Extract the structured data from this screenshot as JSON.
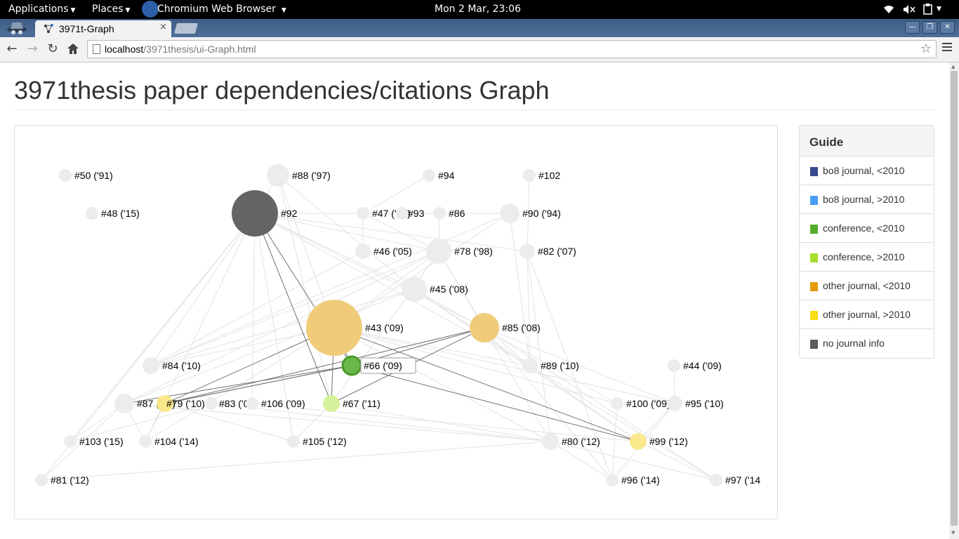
{
  "topbar": {
    "applications": "Applications",
    "places": "Places",
    "app_name": "Chromium Web Browser",
    "clock": "Mon  2 Mar, 23:06"
  },
  "tab": {
    "title": "3971t-Graph",
    "close": "×"
  },
  "toolbar": {
    "url_host": "localhost",
    "url_path": "/3971thesis/ui-Graph.html"
  },
  "page": {
    "title": "3971thesis paper dependencies/citations Graph"
  },
  "guide": {
    "title": "Guide",
    "items": [
      {
        "label": "bo8 journal, <2010",
        "color": "#3b4a8c"
      },
      {
        "label": "bo8 journal, >2010",
        "color": "#4b9ef5"
      },
      {
        "label": "conference, <2010",
        "color": "#55ad2c"
      },
      {
        "label": "conference, >2010",
        "color": "#a6df2a"
      },
      {
        "label": "other journal, <2010",
        "color": "#e39a0c"
      },
      {
        "label": "other journal, >2010",
        "color": "#f8de12"
      },
      {
        "label": "no journal info",
        "color": "#5c5c5c"
      }
    ]
  },
  "graph": {
    "nodes": [
      {
        "id": "n50",
        "label": "#50 ('91)",
        "r": 9,
        "fill": "#ececec"
      },
      {
        "id": "n48",
        "label": "#48 ('15)",
        "r": 9,
        "fill": "#ececec"
      },
      {
        "id": "n88",
        "label": "#88 ('97)",
        "r": 16,
        "fill": "#ececec"
      },
      {
        "id": "n92",
        "label": "#92",
        "r": 33,
        "fill": "#646464"
      },
      {
        "id": "n94",
        "label": "#94",
        "r": 9,
        "fill": "#ececec"
      },
      {
        "id": "n102",
        "label": "#102",
        "r": 9,
        "fill": "#ececec"
      },
      {
        "id": "n47",
        "label": "#47 ('00)",
        "r": 9,
        "fill": "#ececec"
      },
      {
        "id": "n93",
        "label": "#93",
        "r": 9,
        "fill": "#ececec"
      },
      {
        "id": "n86",
        "label": "#86",
        "r": 9,
        "fill": "#ececec"
      },
      {
        "id": "n90",
        "label": "#90 ('94)",
        "r": 14,
        "fill": "#ececec"
      },
      {
        "id": "n46",
        "label": "#46 ('05)",
        "r": 11,
        "fill": "#ececec"
      },
      {
        "id": "n78",
        "label": "#78 ('98)",
        "r": 18,
        "fill": "#ececec"
      },
      {
        "id": "n82",
        "label": "#82 ('07)",
        "r": 11,
        "fill": "#ececec"
      },
      {
        "id": "n45",
        "label": "#45 ('08)",
        "r": 18,
        "fill": "#ececec"
      },
      {
        "id": "n43",
        "label": "#43 ('09)",
        "r": 40,
        "fill": "#f0cc7a"
      },
      {
        "id": "n85",
        "label": "#85 ('08)",
        "r": 21,
        "fill": "#f0cc7a"
      },
      {
        "id": "n84",
        "label": "#84 ('10)",
        "r": 12,
        "fill": "#ececec"
      },
      {
        "id": "n66",
        "label": "#66 ('09)",
        "r": 13,
        "fill": "#6ab84a"
      },
      {
        "id": "n89",
        "label": "#89 ('10)",
        "r": 11,
        "fill": "#ececec"
      },
      {
        "id": "n44",
        "label": "#44 ('09)",
        "r": 9,
        "fill": "#ececec"
      },
      {
        "id": "n87",
        "label": "#87 ('13)",
        "r": 14,
        "fill": "#ececec"
      },
      {
        "id": "n79",
        "label": "#79 ('10)",
        "r": 12,
        "fill": "#f9e88c"
      },
      {
        "id": "n83",
        "label": "#83 ('09)",
        "r": 9,
        "fill": "#ececec"
      },
      {
        "id": "n106",
        "label": "#106 ('09)",
        "r": 9,
        "fill": "#ececec"
      },
      {
        "id": "n67",
        "label": "#67 ('11)",
        "r": 12,
        "fill": "#d4f29c"
      },
      {
        "id": "n100",
        "label": "#100 ('09)",
        "r": 9,
        "fill": "#ececec"
      },
      {
        "id": "n95",
        "label": "#95 ('10)",
        "r": 11,
        "fill": "#ececec"
      },
      {
        "id": "n103",
        "label": "#103 ('15)",
        "r": 9,
        "fill": "#ececec"
      },
      {
        "id": "n104",
        "label": "#104 ('14)",
        "r": 9,
        "fill": "#ececec"
      },
      {
        "id": "n105",
        "label": "#105 ('12)",
        "r": 9,
        "fill": "#ececec"
      },
      {
        "id": "n80",
        "label": "#80 ('12)",
        "r": 12,
        "fill": "#ececec"
      },
      {
        "id": "n99",
        "label": "#99 ('12)",
        "r": 12,
        "fill": "#f9e88c"
      },
      {
        "id": "n81",
        "label": "#81 ('12)",
        "r": 9,
        "fill": "#ececec"
      },
      {
        "id": "n96",
        "label": "#96 ('14)",
        "r": 9,
        "fill": "#ececec"
      },
      {
        "id": "n97",
        "label": "#97 ('14",
        "r": 9,
        "fill": "#ececec"
      }
    ],
    "dark_edges": [
      [
        "n92",
        "n66"
      ],
      [
        "n92",
        "n67"
      ],
      [
        "n43",
        "n66"
      ],
      [
        "n43",
        "n79"
      ],
      [
        "n85",
        "n79"
      ],
      [
        "n85",
        "n67"
      ],
      [
        "n85",
        "n66"
      ],
      [
        "n66",
        "n79"
      ],
      [
        "n66",
        "n99"
      ],
      [
        "n43",
        "n67"
      ],
      [
        "n79",
        "n66"
      ],
      [
        "n43",
        "n99"
      ],
      [
        "n66",
        "n87"
      ]
    ],
    "light_edges": [
      [
        "n88",
        "n43"
      ],
      [
        "n88",
        "n67"
      ],
      [
        "n88",
        "n92"
      ],
      [
        "n94",
        "n47"
      ],
      [
        "n102",
        "n82"
      ],
      [
        "n47",
        "n46"
      ],
      [
        "n92",
        "n90"
      ],
      [
        "n92",
        "n78"
      ],
      [
        "n92",
        "n82"
      ],
      [
        "n92",
        "n45"
      ],
      [
        "n92",
        "n85"
      ],
      [
        "n92",
        "n89"
      ],
      [
        "n92",
        "n103"
      ],
      [
        "n92",
        "n81"
      ],
      [
        "n92",
        "n104"
      ],
      [
        "n92",
        "n105"
      ],
      [
        "n92",
        "n84"
      ],
      [
        "n92",
        "n106"
      ],
      [
        "n78",
        "n43"
      ],
      [
        "n78",
        "n85"
      ],
      [
        "n78",
        "n67"
      ],
      [
        "n78",
        "n84"
      ],
      [
        "n78",
        "n87"
      ],
      [
        "n90",
        "n43"
      ],
      [
        "n90",
        "n84"
      ],
      [
        "n82",
        "n96"
      ],
      [
        "n82",
        "n80"
      ],
      [
        "n45",
        "n84"
      ],
      [
        "n45",
        "n87"
      ],
      [
        "n45",
        "n100"
      ],
      [
        "n45",
        "n89"
      ],
      [
        "n43",
        "n89"
      ],
      [
        "n43",
        "n80"
      ],
      [
        "n43",
        "n95"
      ],
      [
        "n43",
        "n100"
      ],
      [
        "n85",
        "n89"
      ],
      [
        "n85",
        "n95"
      ],
      [
        "n85",
        "n96"
      ],
      [
        "n85",
        "n97"
      ],
      [
        "n89",
        "n99"
      ],
      [
        "n89",
        "n97"
      ],
      [
        "n44",
        "n95"
      ],
      [
        "n87",
        "n103"
      ],
      [
        "n87",
        "n104"
      ],
      [
        "n87",
        "n80"
      ],
      [
        "n79",
        "n104"
      ],
      [
        "n79",
        "n105"
      ],
      [
        "n67",
        "n80"
      ],
      [
        "n67",
        "n105"
      ],
      [
        "n81",
        "n80"
      ],
      [
        "n81",
        "n87"
      ],
      [
        "n103",
        "n83"
      ],
      [
        "n100",
        "n96"
      ],
      [
        "n95",
        "n96"
      ],
      [
        "n95",
        "n99"
      ],
      [
        "n99",
        "n97"
      ],
      [
        "n80",
        "n96"
      ],
      [
        "n80",
        "n97"
      ],
      [
        "n106",
        "n99"
      ],
      [
        "n83",
        "n80"
      ],
      [
        "n84",
        "n43"
      ],
      [
        "n86",
        "n78"
      ],
      [
        "n90",
        "n89"
      ],
      [
        "n82",
        "n89"
      ],
      [
        "n46",
        "n84"
      ],
      [
        "n47",
        "n78"
      ],
      [
        "n88",
        "n45"
      ],
      [
        "n45",
        "n99"
      ],
      [
        "n78",
        "n80"
      ],
      [
        "n43",
        "n104"
      ]
    ]
  }
}
